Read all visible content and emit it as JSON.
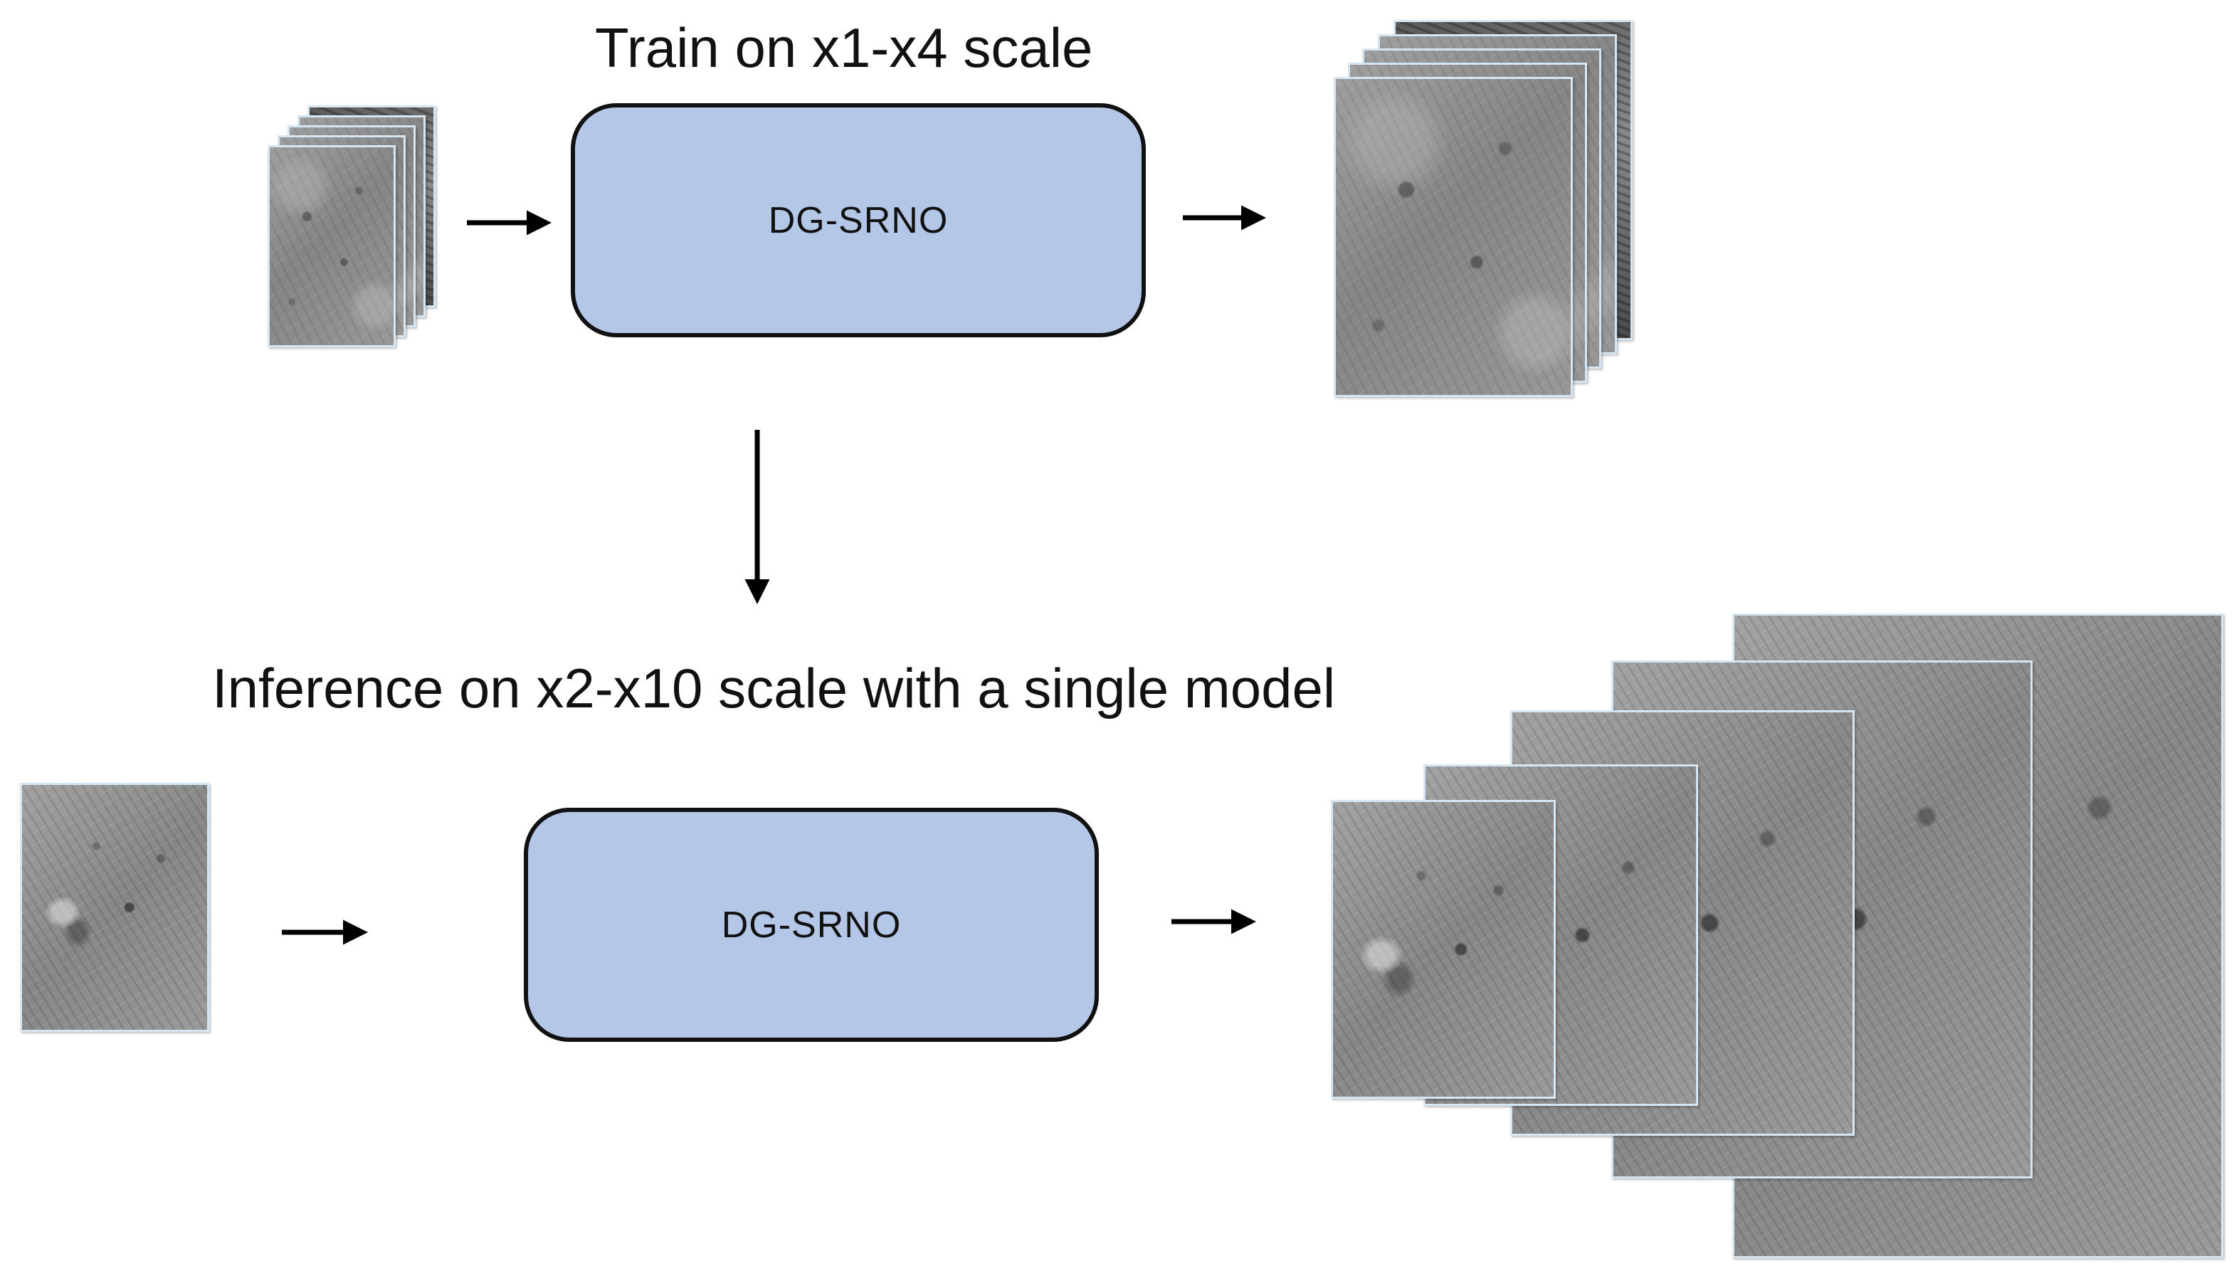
{
  "diagram": {
    "train_title": "Train on x1-x4 scale",
    "inference_title": "Inference on x2-x10 scale with a single model",
    "model_top_label": "DG-SRNO",
    "model_bottom_label": "DG-SRNO"
  },
  "colors": {
    "model_box_fill": "#b4c7e7",
    "model_box_border": "#111111",
    "arrow": "#000000",
    "tile_border": "#d6e6f2"
  }
}
